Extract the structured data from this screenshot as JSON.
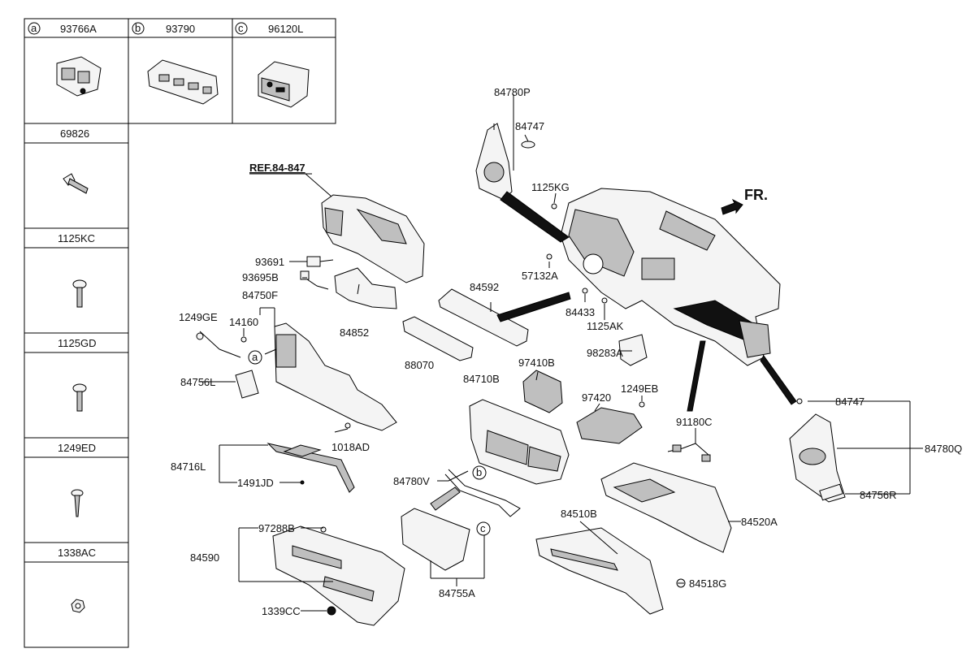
{
  "table": {
    "header": [
      {
        "letter": "a",
        "code": "93766A"
      },
      {
        "letter": "b",
        "code": "93790"
      },
      {
        "letter": "c",
        "code": "96120L"
      }
    ],
    "rows": [
      "69826",
      "1125KC",
      "1125GD",
      "1249ED",
      "1338AC"
    ]
  },
  "callouts": {
    "ref": "REF.84-847",
    "fr": "FR.",
    "c84780P": "84780P",
    "c84747_top": "84747",
    "c1125KG": "1125KG",
    "c57132A": "57132A",
    "c84592": "84592",
    "c84433": "84433",
    "c1125AK": "1125AK",
    "c98283A": "98283A",
    "c97410B": "97410B",
    "c88070": "88070",
    "c84710B": "84710B",
    "c97420": "97420",
    "c1249EB": "1249EB",
    "c91180C": "91180C",
    "c84747_right": "84747",
    "c84780Q": "84780Q",
    "c84756R": "84756R",
    "c84520A": "84520A",
    "c84510B": "84510B",
    "c84518G": "84518G",
    "c84780V": "84780V",
    "c84755A": "84755A",
    "c93691": "93691",
    "c93695B": "93695B",
    "c84750F": "84750F",
    "c1249GE": "1249GE",
    "c14160": "14160",
    "c84852": "84852",
    "c84756L": "84756L",
    "c1018AD": "1018AD",
    "c84716L": "84716L",
    "c1491JD": "1491JD",
    "c97288B": "97288B",
    "c84590": "84590",
    "c1339CC": "1339CC",
    "marker_a": "a",
    "marker_b": "b",
    "marker_c": "c"
  }
}
